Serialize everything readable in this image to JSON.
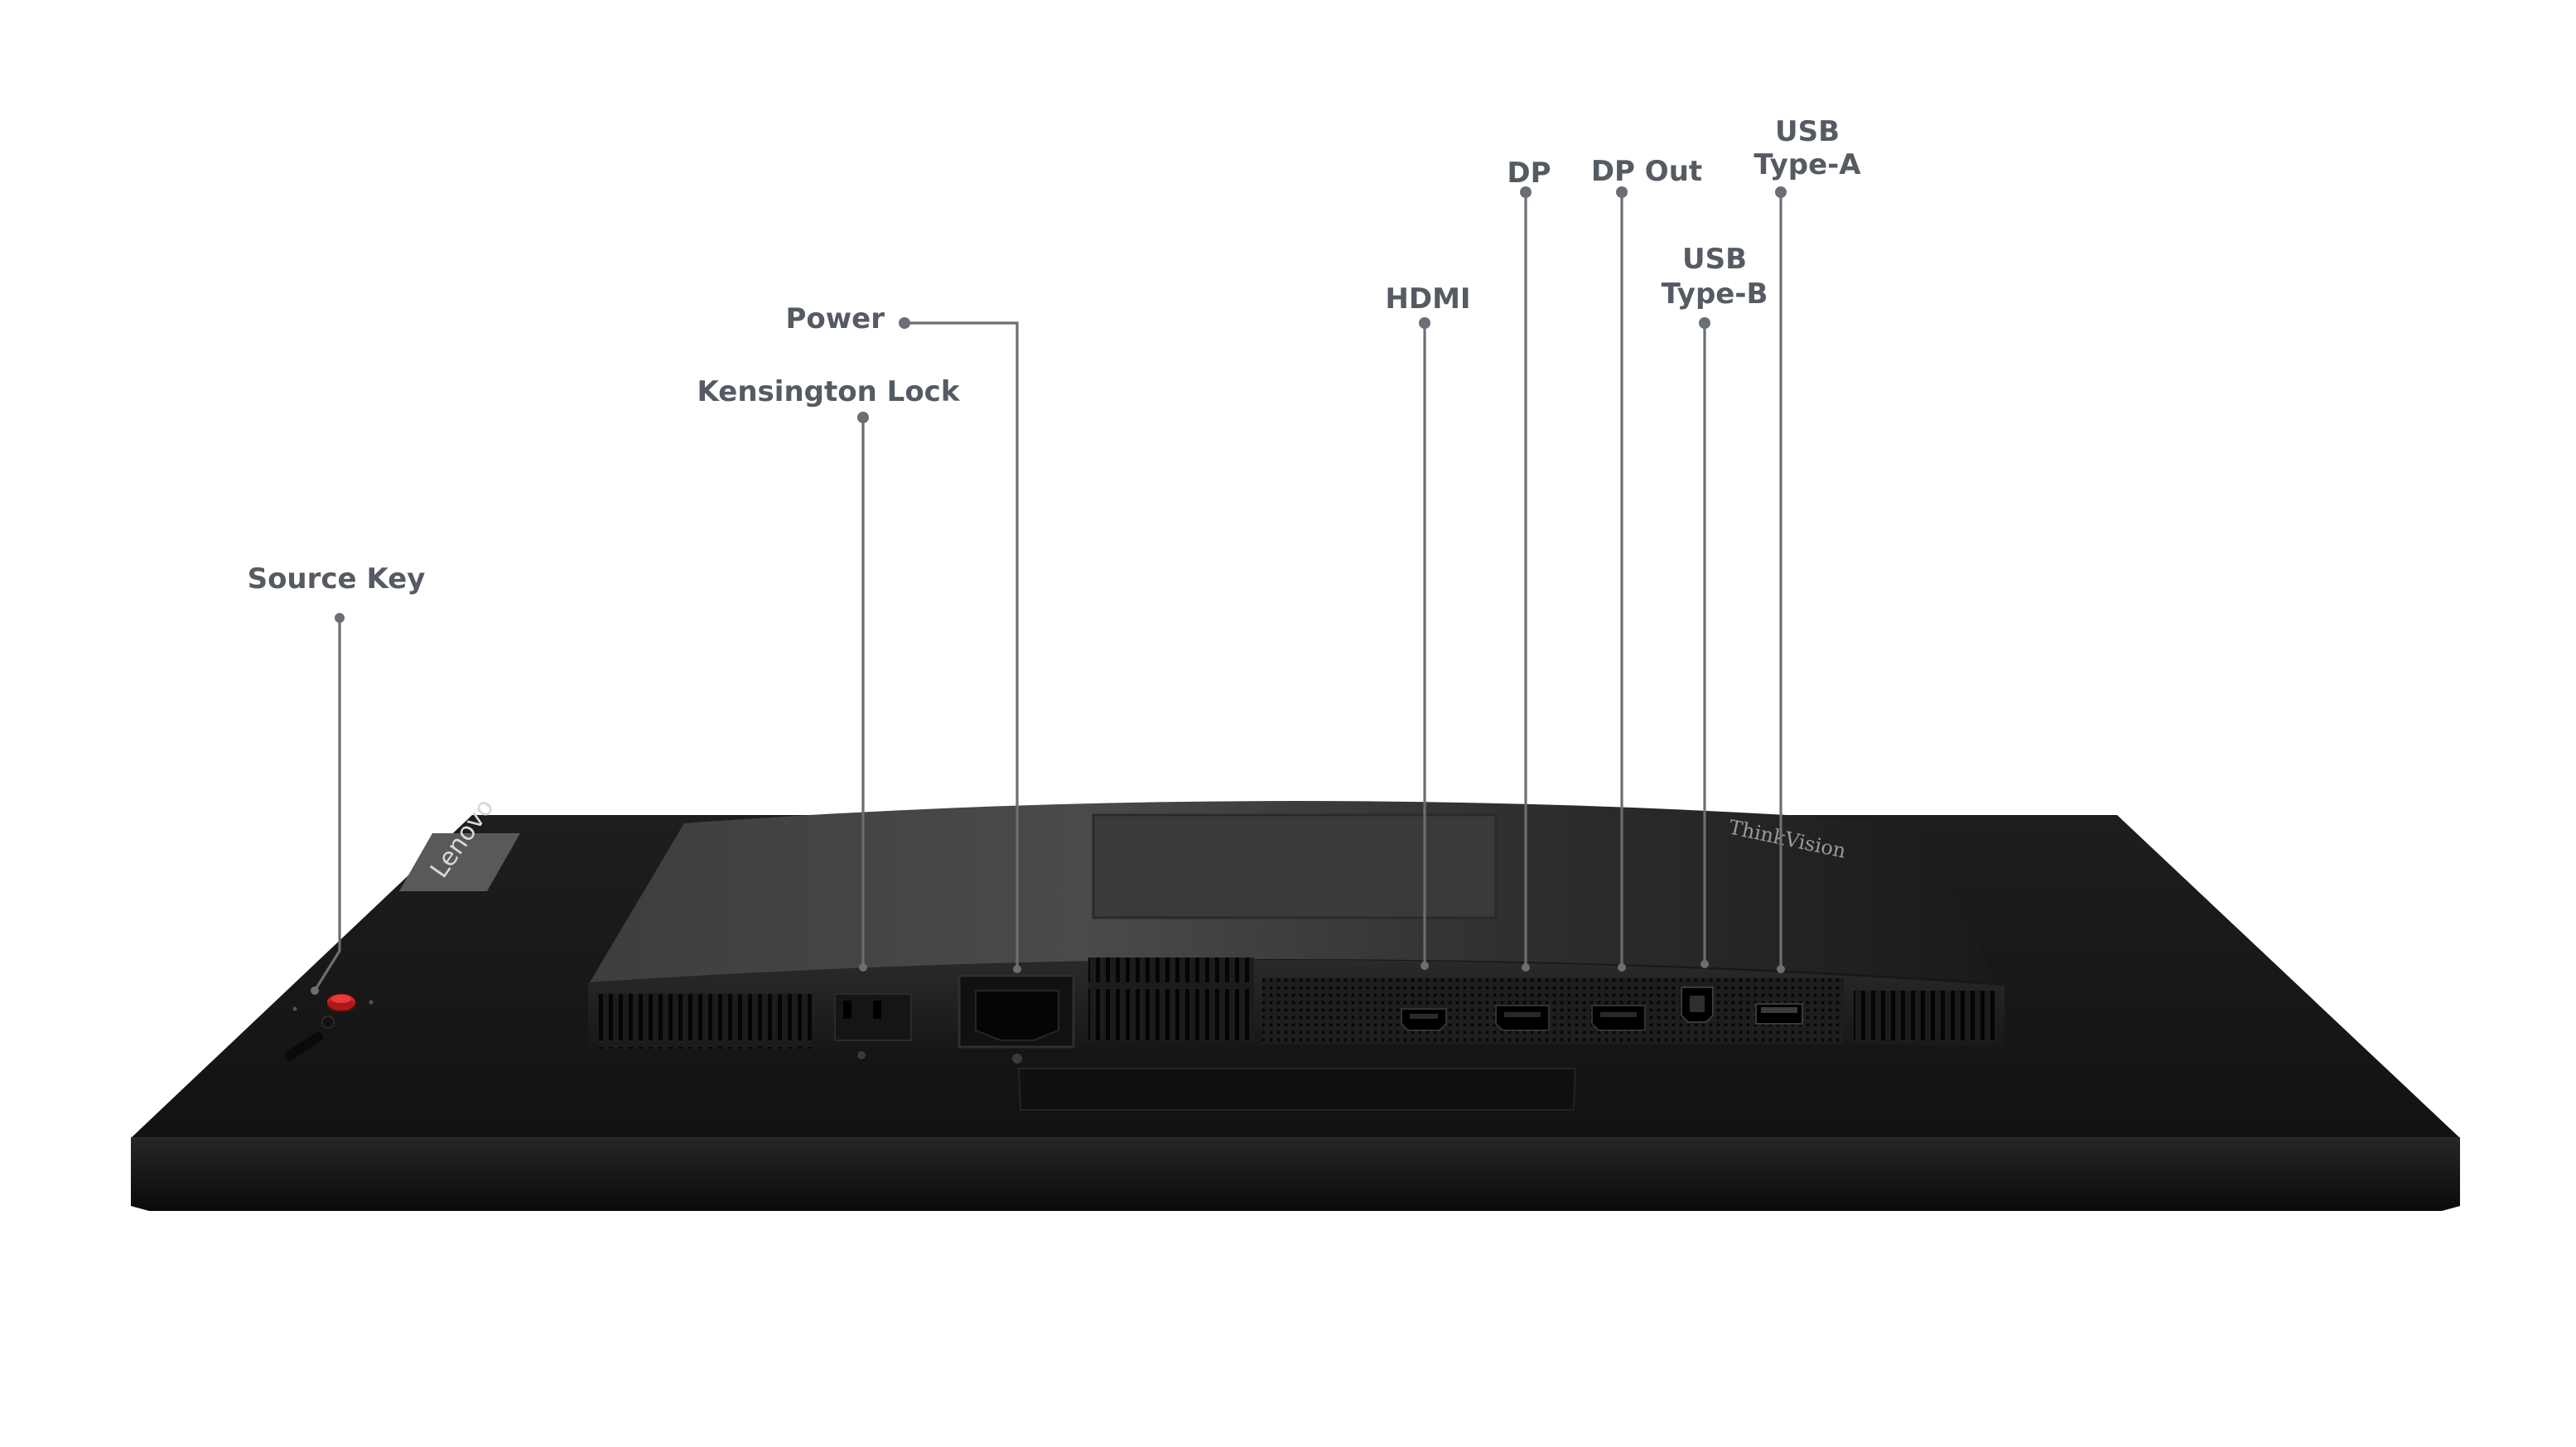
{
  "product": {
    "logo": "Lenovo",
    "series_mark": "ThinkVision"
  },
  "callouts": {
    "source_key": "Source Key",
    "kensington_lock": "Kensington Lock",
    "power": "Power",
    "hdmi": "HDMI",
    "dp": "DP",
    "dp_out": "DP Out",
    "usb_type_b": [
      "USB",
      "Type-B"
    ],
    "usb_type_a": [
      "USB",
      "Type-A"
    ]
  },
  "colors": {
    "callout_text": "#555a63",
    "leader_line": "#6a6e75",
    "monitor_body": "#1a1a1a",
    "source_key_button": "#d42020"
  }
}
